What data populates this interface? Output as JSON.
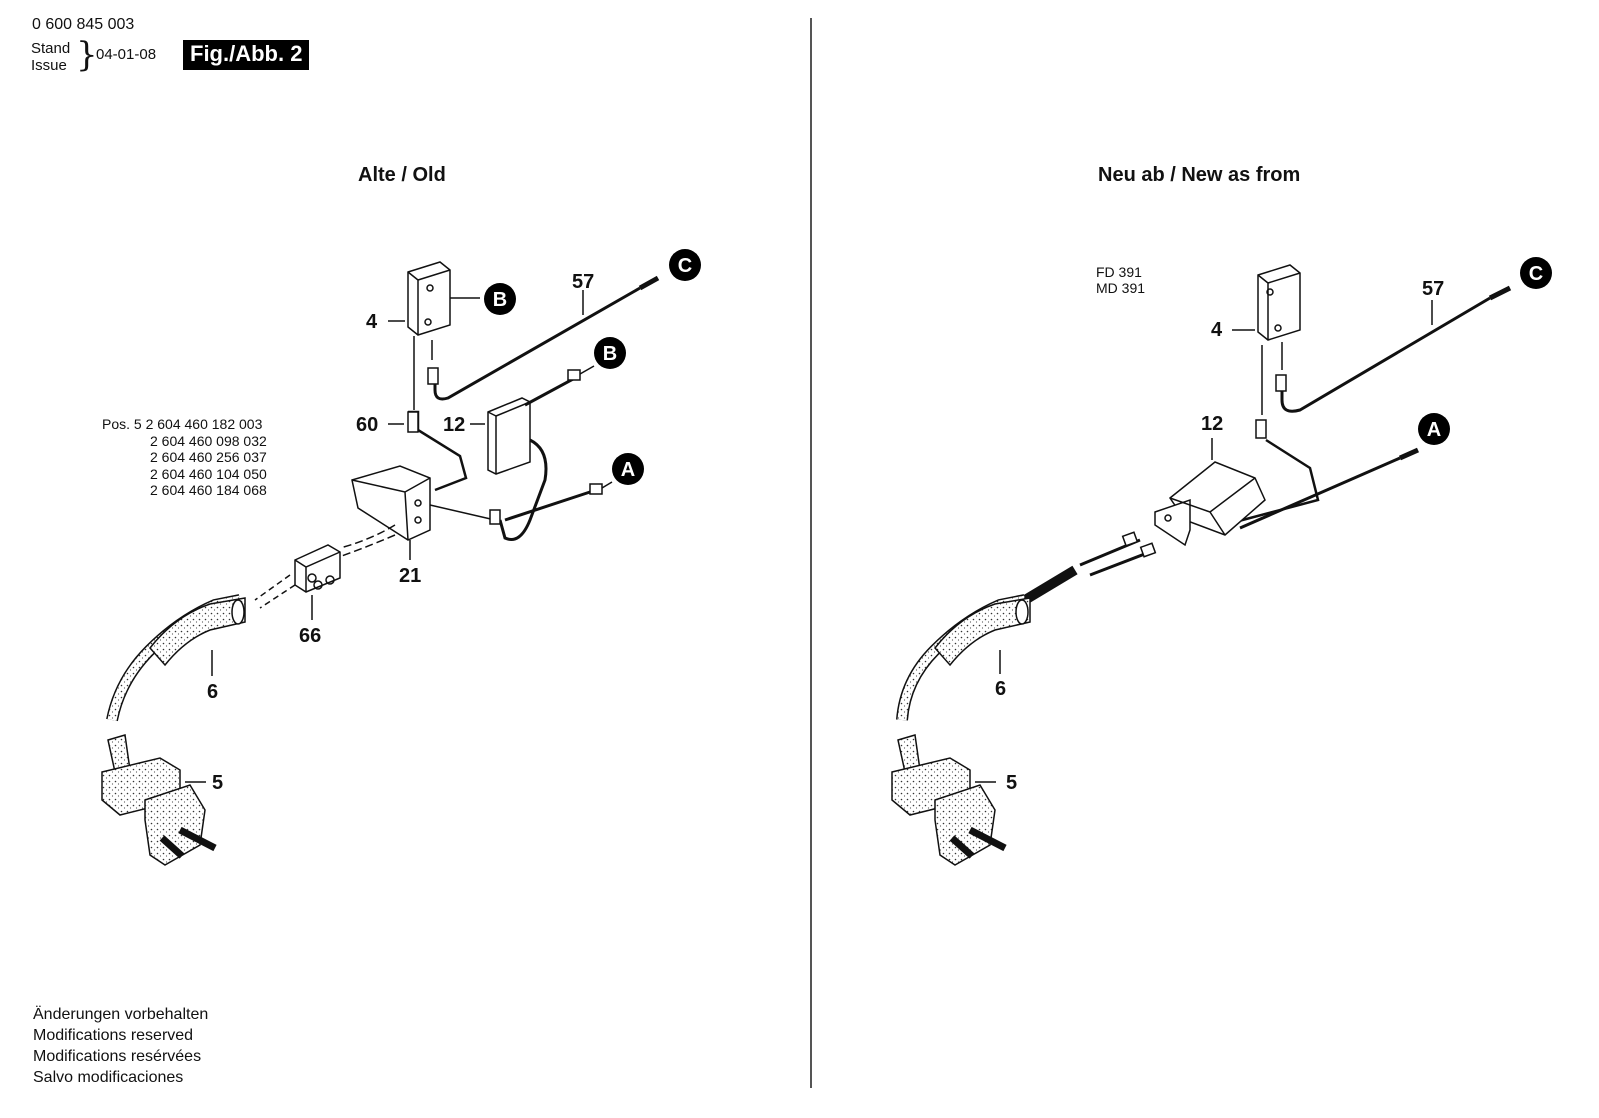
{
  "header": {
    "doc_number": "0 600 845 003",
    "stand_label": "Stand",
    "issue_label": "Issue",
    "date": "04-01-08",
    "fig_label": "Fig./Abb. 2"
  },
  "sections": {
    "old_title": "Alte / Old",
    "new_title": "Neu ab / New as from"
  },
  "pos_list": {
    "prefix": "Pos. 5",
    "numbers": [
      "2 604 460 182 003",
      "2 604 460 098 032",
      "2 604 460 256 037",
      "2 604 460 104 050",
      "2 604 460 184 068"
    ]
  },
  "models": [
    "FD 391",
    "MD 391"
  ],
  "callouts": {
    "old": [
      "57",
      "4",
      "60",
      "12",
      "21",
      "66",
      "6",
      "5"
    ],
    "new": [
      "57",
      "4",
      "12",
      "6",
      "5"
    ],
    "letters": [
      "A",
      "B",
      "C"
    ]
  },
  "footer": [
    "Änderungen vorbehalten",
    "Modifications reserved",
    "Modifications resérvées",
    "Salvo modificaciones"
  ]
}
